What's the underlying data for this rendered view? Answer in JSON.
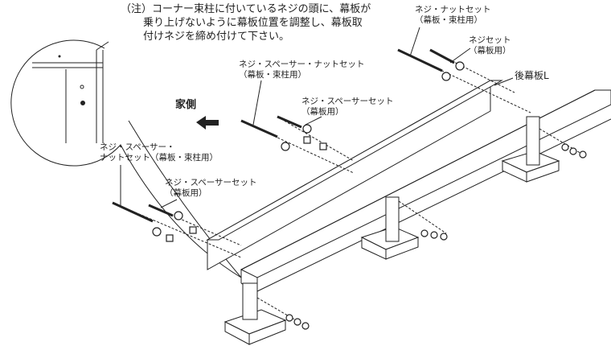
{
  "note": {
    "line1": "（注）コーナー束柱に付いているネジの頭に、幕板が",
    "line2": "乗り上げないように幕板位置を調整し、幕板取",
    "line3": "付けネジを締め付けて下さい。"
  },
  "labels": {
    "bolt_nut_right_1": "ネジ・ナットセット",
    "bolt_nut_right_2": "（幕板・束柱用）",
    "screw_right_1": "ネジセット",
    "screw_right_2": "（幕板用）",
    "rear_board": "後幕板L",
    "house_side": "家側",
    "bsn_mid_1": "ネジ・スペーサー・ナットセット",
    "bsn_mid_2": "（幕板・束柱用）",
    "bs_mid_1": "ネジ・スペーサーセット",
    "bs_mid_2": "（幕板用）",
    "bsn_left_1": "ネジ・スペーサー・",
    "bsn_left_2": "ナットセット（幕板・束柱用）",
    "bs_left_1": "ネジ・スペーサーセット",
    "bs_left_2": "（幕板用）"
  }
}
